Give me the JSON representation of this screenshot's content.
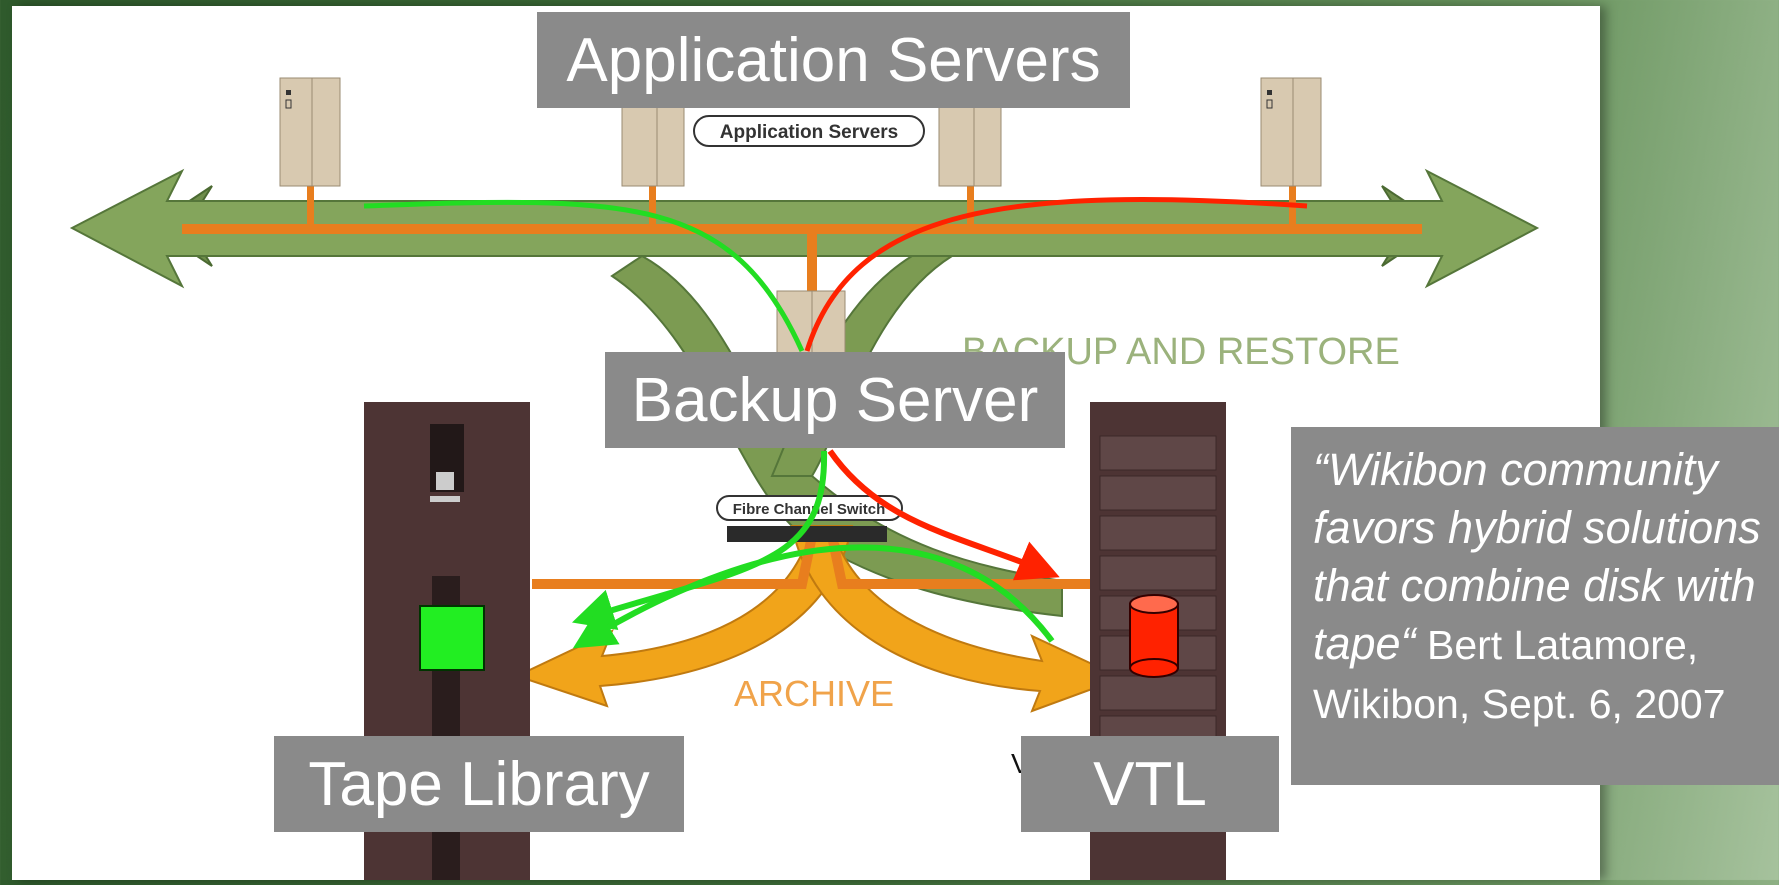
{
  "labels": {
    "application_servers": "Application Servers",
    "backup_server": "Backup Server",
    "tape_library": "Tape Library",
    "vtl": "VTL"
  },
  "diagram": {
    "server_pill_label": "Application Servers",
    "fc_switch_label": "Fibre Channel Switch",
    "backup_restore_label": "BACKUP AND RESTORE",
    "archive_label": "ARCHIVE",
    "stray_char": "V"
  },
  "quote": {
    "text": "“Wikibon community favors hybrid solutions that combine disk with tape“",
    "attribution": " Bert Latamore, Wikibon, Sept. 6, 2007"
  },
  "colors": {
    "green_path": "#22dd22",
    "red_path": "#ff2200",
    "bus_orange": "#e87e1e",
    "arrow_green": "#7a9a55",
    "arrow_orange": "#f1a41a",
    "cabinet": "#4d3434"
  }
}
